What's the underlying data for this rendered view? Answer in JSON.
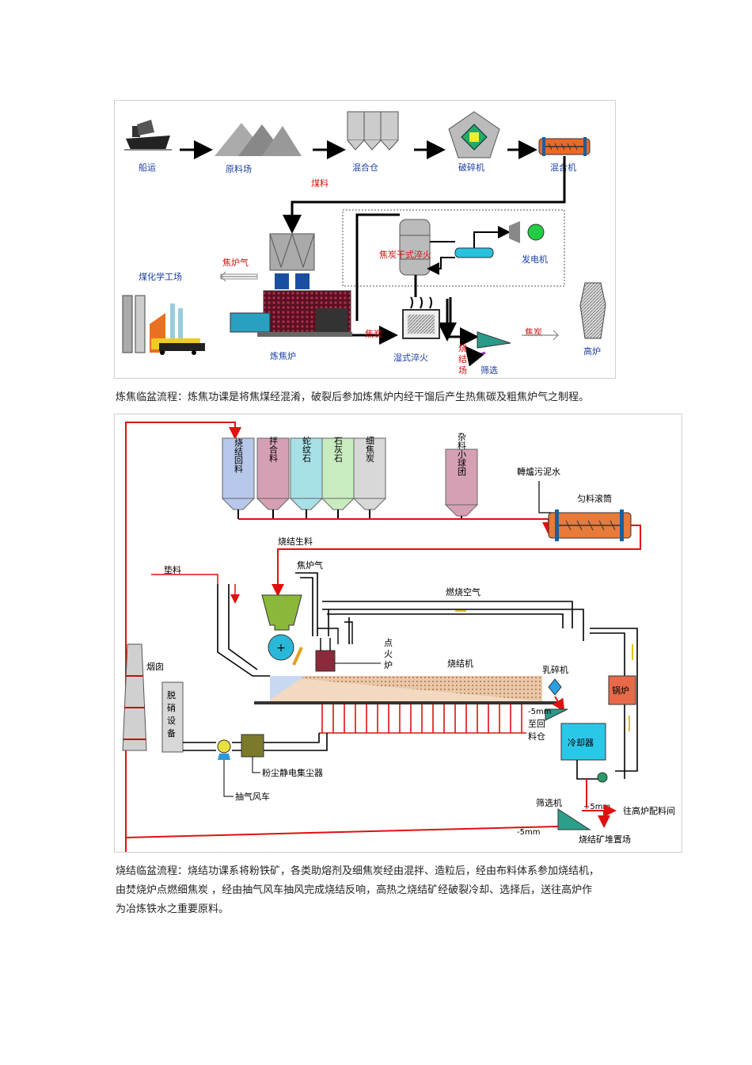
{
  "coking": {
    "labels": {
      "ship": "船运",
      "yard": "原料场",
      "blend": "混合仓",
      "crusher": "破碎机",
      "mixer": "混合机",
      "coal": "煤料",
      "gas": "焦炉气",
      "chem": "煤化学工场",
      "cdq": "焦炭干式淬火",
      "power": "发电机",
      "oven": "炼焦炉",
      "coke": "焦炭",
      "wet": "湿式淬火",
      "sinter_yard": "烧结场",
      "screen": "筛选",
      "coke2": "焦炭",
      "bf": "高炉"
    }
  },
  "caption1": "炼焦临盆流程：炼焦功课是将焦煤经混淆，破裂后参加炼焦炉内经干馏后产生热焦碳及粗焦炉气之制程。",
  "sinter": {
    "bins": [
      "烧结回料",
      "拌合料",
      "蛇纹石",
      "石灰石",
      "细焦炭"
    ],
    "bin_misc": "杂料小球团",
    "labels": {
      "sludge": "轉爐污泥水",
      "drum": "匀料滚筒",
      "raw": "烧结生料",
      "gas": "焦炉气",
      "bed": "垫料",
      "air": "燃烧空气",
      "ignite": "点火炉",
      "machine": "烧结机",
      "crusher": "乳碎机",
      "boiler": "锅炉",
      "chimney": "烟囱",
      "desulf": "脱硝设备",
      "minus5a": "-5mm",
      "return": "至回料仓",
      "cooler": "冷却器",
      "esp": "粉尘静电集尘器",
      "fan": "抽气风车",
      "screen": "筛选机",
      "plus5": "+5mm",
      "to_bf": "往高炉配料间",
      "minus5b": "-5mm",
      "pile": "烧结矿堆置场"
    }
  },
  "caption2": [
    "烧结临盆流程：烧结功课系将粉铁矿，各类助熔剂及细焦炭经由混拌、造粒后，经由布料体系参加烧结机，",
    "由焚烧炉点燃细焦炭 ，经由抽气风车抽风完成烧结反响，高热之烧结矿经破裂冷却、选择后，送往高炉作",
    "为冶炼铁水之重要原料。"
  ]
}
